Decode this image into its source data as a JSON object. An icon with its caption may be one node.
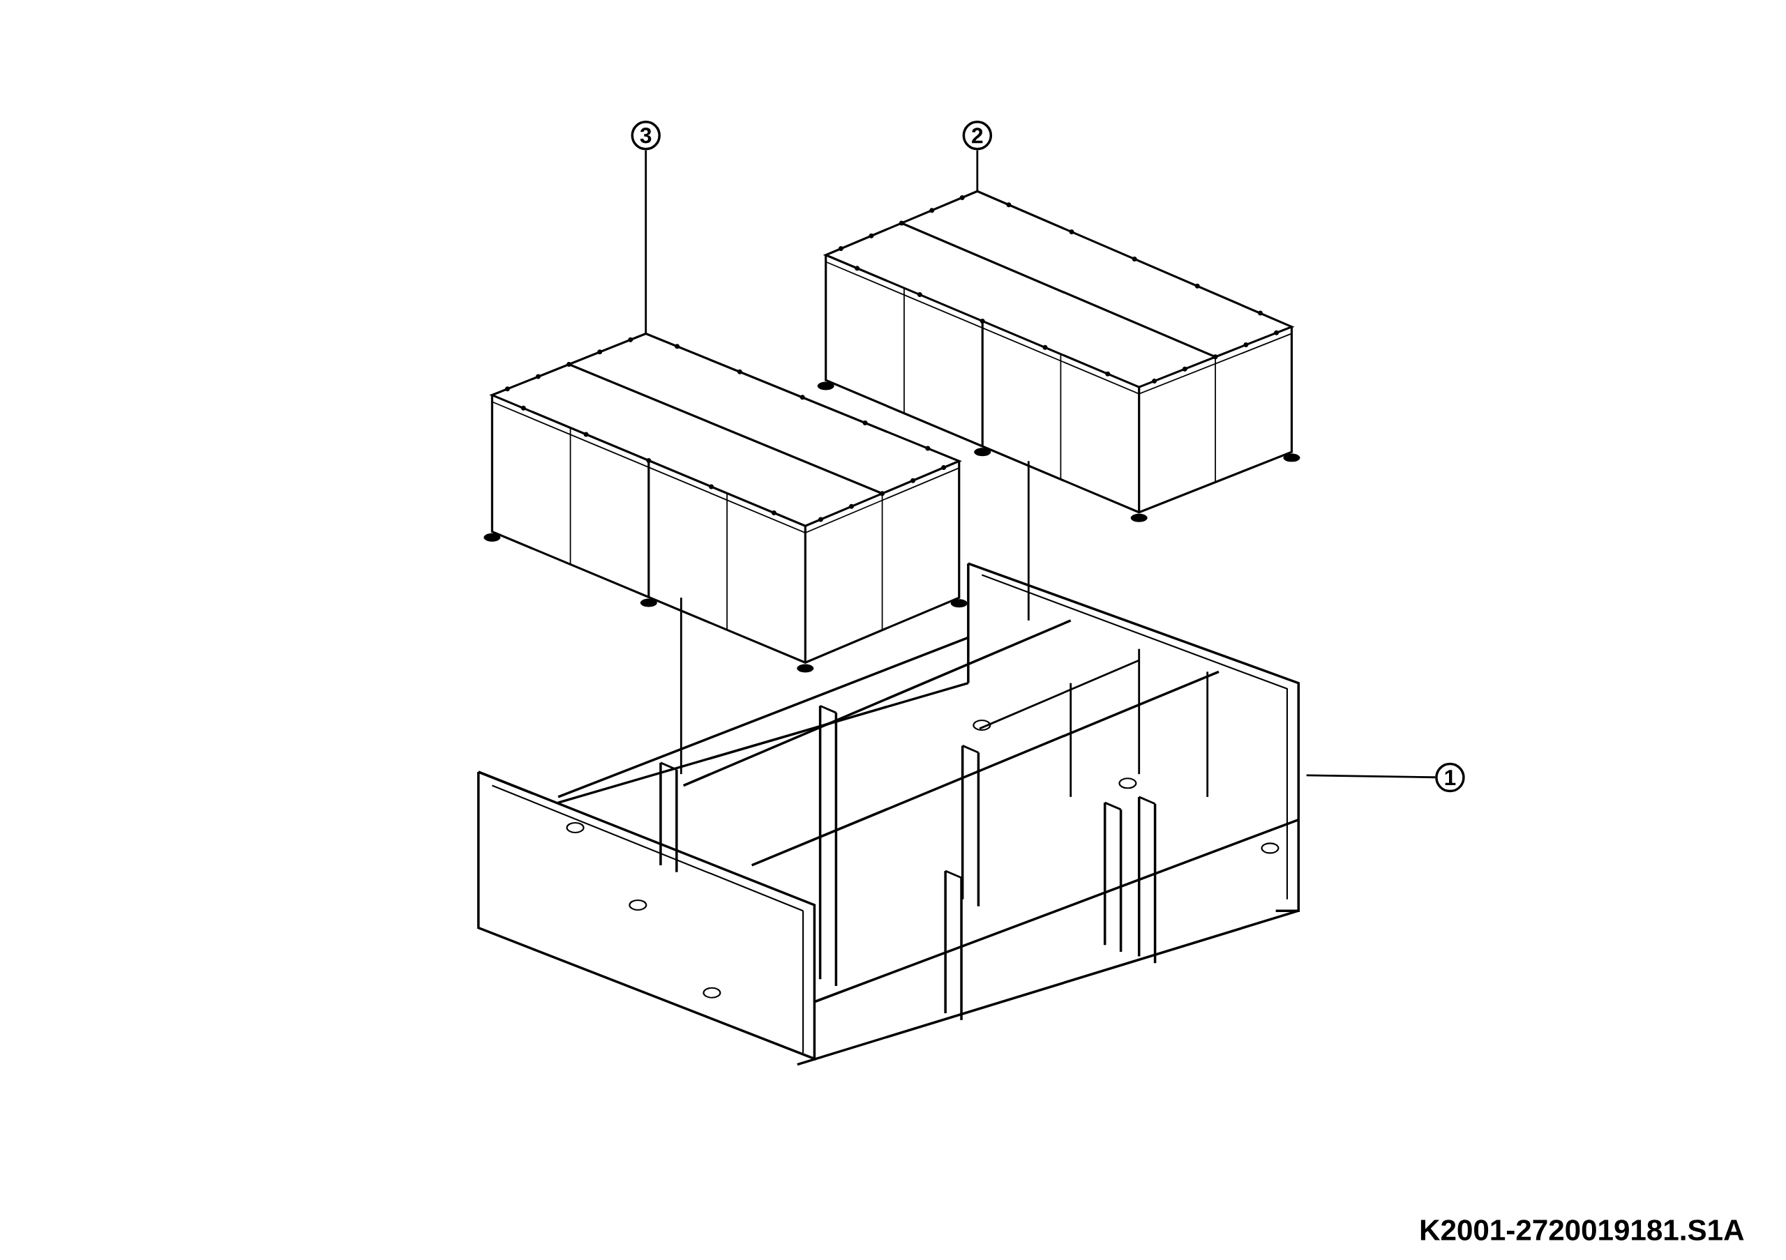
{
  "diagram": {
    "nodes": [
      {
        "text": [
          "3"
        ]
      },
      {
        "text": [
          "2"
        ]
      },
      {
        "text": [
          "1"
        ]
      },
      {
        "text": [],
        "shape": "picture"
      },
      {
        "text": [],
        "shape": "picture"
      },
      {
        "text": [],
        "shape": "picture"
      }
    ],
    "edges": [
      {
        "from": 0,
        "to": 3,
        "arrow": "none"
      },
      {
        "from": 1,
        "to": 4,
        "arrow": "none"
      },
      {
        "from": 2,
        "to": 5,
        "arrow": "none"
      },
      {
        "from": 3,
        "to": 5,
        "arrow": "none"
      },
      {
        "from": 4,
        "to": 5,
        "arrow": "none"
      }
    ],
    "labels": [
      "K2001-2720019181.S1A"
    ]
  }
}
